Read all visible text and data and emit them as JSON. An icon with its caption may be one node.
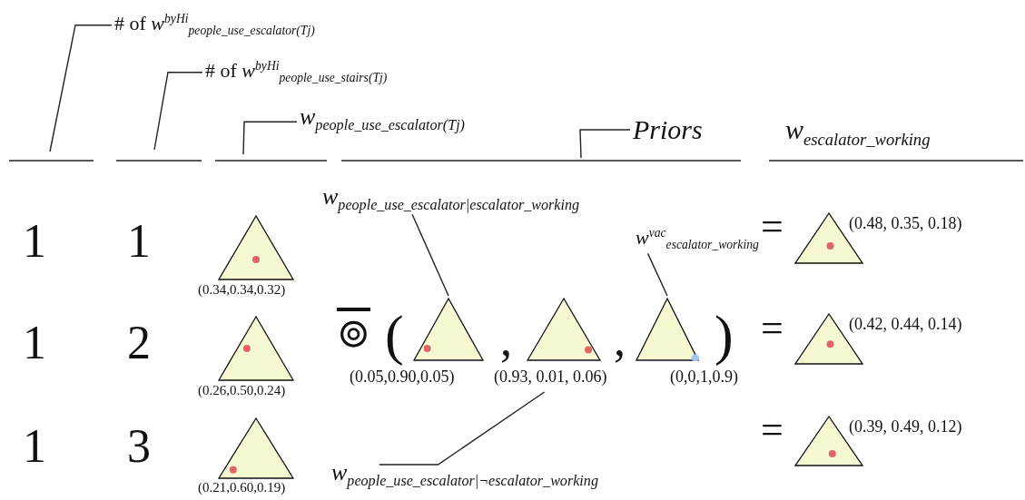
{
  "diagram": {
    "nodes": [
      {
        "text": [
          "# of *w*$^{byHi}$$_{people_use_escalator(Tj)}$"
        ]
      },
      {
        "text": [
          "# of *w*$^{byHi}$$_{people_use_stairs(Tj)}$"
        ]
      },
      {
        "text": [
          "*w*$_{people_use_escalator(Tj)}$"
        ]
      },
      {
        "text": [
          "Priors"
        ]
      },
      {
        "text": [
          "*w*$_{people_use_escalator|escalator_working}$"
        ]
      },
      {
        "text": [],
        "shape": "triangle",
        "beside": [
          "(0.34,0.34,0.32)"
        ]
      },
      {
        "text": [
          "*w*$^{vac}$$_{escalator_working}$"
        ]
      },
      {
        "text": [],
        "shape": "triangle",
        "beside": [
          "(0.48, 0.35, 0.18)"
        ]
      },
      {
        "text": [],
        "shape": "triangle",
        "beside": [
          "(0.26,0.50,0.24)"
        ]
      },
      {
        "text": [],
        "shape": "triangle",
        "beside": [
          "(0.05,0.90,0.05)"
        ]
      },
      {
        "text": [],
        "shape": "triangle",
        "beside": [
          "(0.93, 0.01, 0.06)"
        ]
      },
      {
        "text": [],
        "shape": "triangle",
        "beside": [
          "(0,0,1,0.9)"
        ]
      },
      {
        "text": [],
        "shape": "triangle",
        "beside": [
          "(0.42, 0.44, 0.14)"
        ]
      },
      {
        "text": [],
        "shape": "triangle",
        "beside": [
          "(0.21,0.60,0.19)"
        ]
      },
      {
        "text": [],
        "shape": "triangle",
        "beside": [
          "(0.39, 0.49, 0.12)"
        ]
      },
      {
        "text": [
          "*w*$_{people_use_escalator|¬escalator_working}$"
        ]
      }
    ],
    "edges": [
      {
        "from": 0,
        "to": null,
        "arrow": "none"
      },
      {
        "from": 1,
        "to": null,
        "arrow": "none"
      },
      {
        "from": 2,
        "to": null,
        "arrow": "none"
      },
      {
        "from": 3,
        "to": null,
        "arrow": "none"
      },
      {
        "from": 4,
        "to": 9,
        "arrow": "none"
      },
      {
        "from": 6,
        "to": 11,
        "arrow": "none"
      },
      {
        "from": 15,
        "to": 10,
        "arrow": "none"
      }
    ],
    "labels": [
      "*w*$_{escalator_working}$",
      "1",
      "1",
      "=",
      "1",
      "2",
      "⊚",
      "(",
      ",",
      ",",
      ")",
      "=",
      "1",
      "3",
      "="
    ]
  }
}
